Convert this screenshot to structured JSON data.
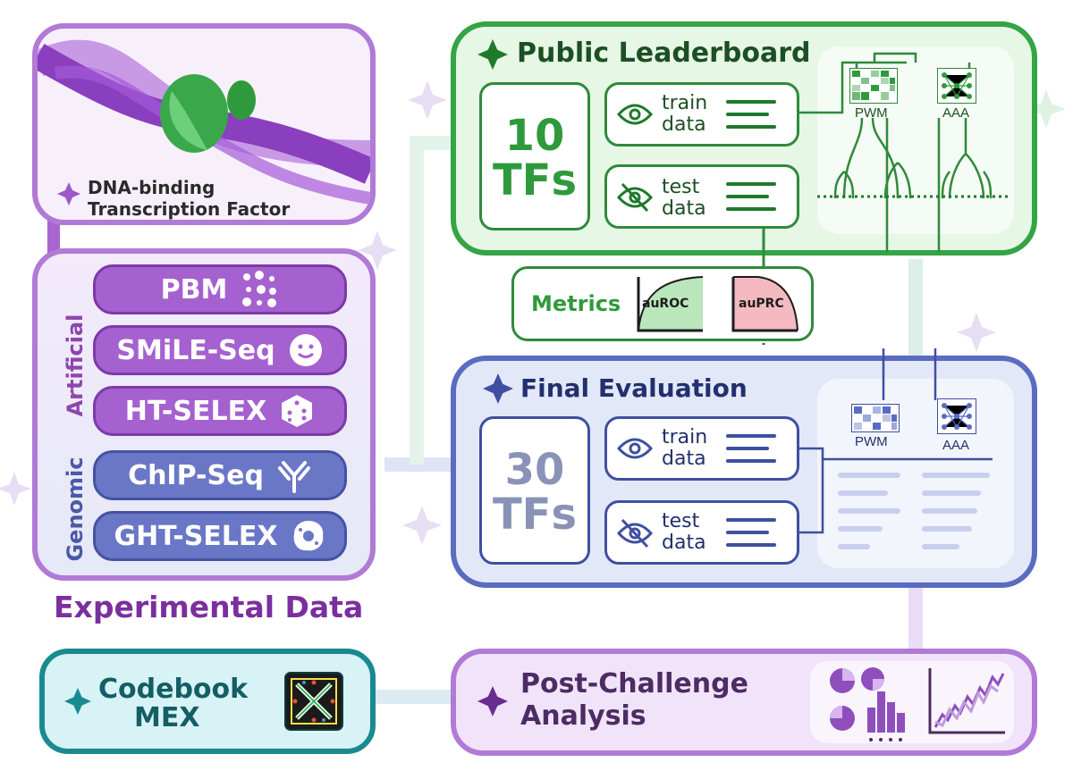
{
  "colors": {
    "purple": "#9b59c9",
    "purple_dark": "#6a2c91",
    "blue": "#5568b5",
    "blue_dark": "#3f4fa0",
    "green": "#2f9a3c",
    "green_dark": "#1e7a2b",
    "teal": "#1a8a91"
  },
  "tf_box": {
    "title_line1": "DNA-binding",
    "title_line2": "Transcription Factor"
  },
  "experimental": {
    "title": "Experimental Data",
    "artificial_label": "Artificial",
    "genomic_label": "Genomic",
    "items": [
      {
        "label": "PBM",
        "icon": "dot-grid-icon"
      },
      {
        "label": "SMiLE-Seq",
        "icon": "smiley-icon"
      },
      {
        "label": "HT-SELEX",
        "icon": "dice-icon"
      },
      {
        "label": "ChIP-Seq",
        "icon": "antibody-icon"
      },
      {
        "label": "GHT-SELEX",
        "icon": "cell-icon"
      }
    ]
  },
  "leaderboard": {
    "title": "Public Leaderboard",
    "tf_number": "10",
    "tf_unit": "TFs",
    "train_line1": "train",
    "train_line2": "data",
    "test_line1": "test",
    "test_line2": "data",
    "pwm": "PWM",
    "aaa": "AAA"
  },
  "metrics": {
    "title": "Metrics",
    "auroc": "auROC",
    "auprc": "auPRC"
  },
  "final": {
    "title": "Final Evaluation",
    "tf_number": "30",
    "tf_unit": "TFs",
    "train_line1": "train",
    "train_line2": "data",
    "test_line1": "test",
    "test_line2": "data",
    "pwm": "PWM",
    "aaa": "AAA"
  },
  "codebook": {
    "line1": "Codebook",
    "line2": "MEX"
  },
  "post": {
    "line1": "Post-Challenge",
    "line2": "Analysis"
  }
}
